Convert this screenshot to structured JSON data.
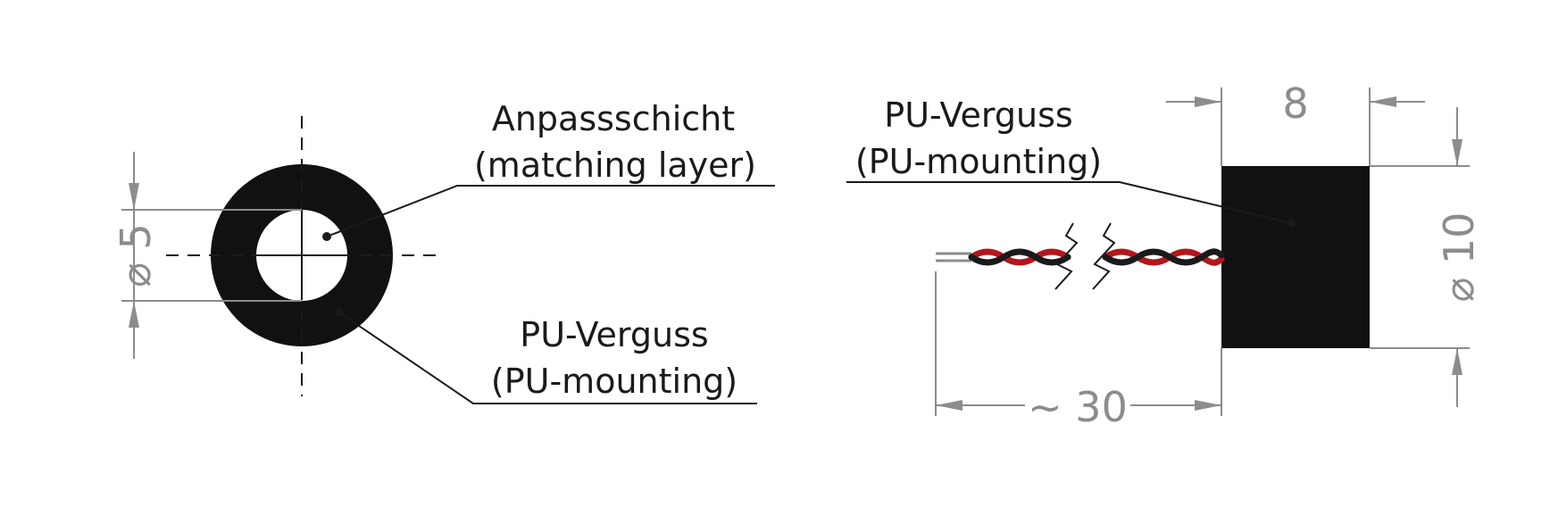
{
  "front_view": {
    "matching_layer_label": "Anpassschicht",
    "matching_layer_label_en": "(matching layer)",
    "mounting_label": "PU-Verguss",
    "mounting_label_en": "(PU-mounting)",
    "inner_diameter": "⌀ 5",
    "colors": {
      "body": "#111111",
      "dimension": "#8c8c8c"
    }
  },
  "side_view": {
    "mounting_label": "PU-Verguss",
    "mounting_label_en": "(PU-mounting)",
    "length_dim": "8",
    "diameter_dim": "⌀ 10",
    "cable_length_dim": "~ 30",
    "colors": {
      "wire_red": "#b3161b",
      "wire_black": "#1a1a1a"
    }
  }
}
